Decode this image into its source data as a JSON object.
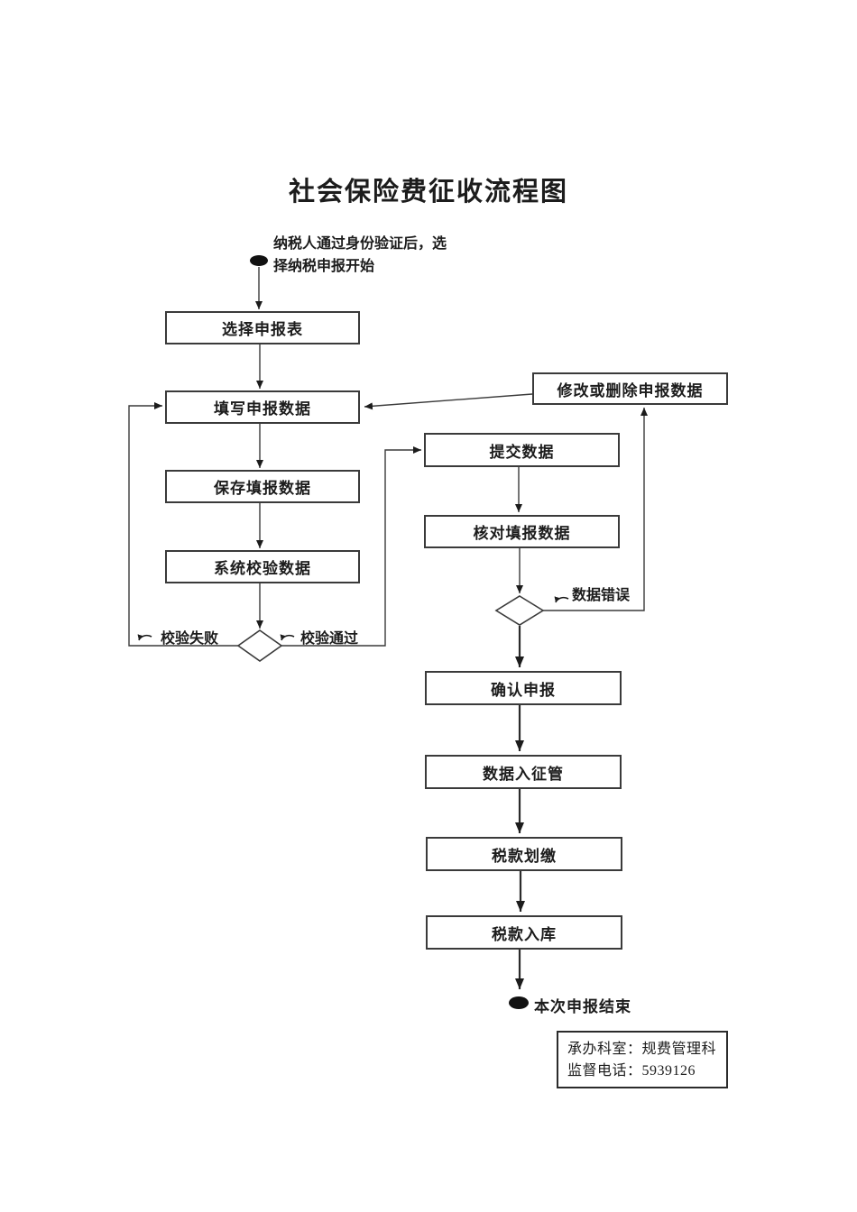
{
  "title": "社会保险费征收流程图",
  "flow": {
    "start_label": "纳税人通过身份验证后，选\n择纳税申报开始",
    "end_label": "本次申报结束",
    "nodes": {
      "select_form": "选择申报表",
      "fill_data": "填写申报数据",
      "save_data": "保存填报数据",
      "validate_data": "系统校验数据",
      "modify_delete": "修改或删除申报数据",
      "submit_data": "提交数据",
      "check_data": "核对填报数据",
      "confirm_declaration": "确认申报",
      "data_to_collection": "数据入征管",
      "tax_transfer": "税款划缴",
      "tax_storage": "税款入库"
    },
    "branch_labels": {
      "validation_failed": "校验失败",
      "validation_passed": "校验通过",
      "data_error": "数据错误"
    }
  },
  "footer": {
    "department": "承办科室：规费管理科",
    "phone": "监督电话：5939126"
  },
  "colors": {
    "line": "#3a3a3a",
    "text": "#1c1c1c",
    "background": "#ffffff"
  }
}
